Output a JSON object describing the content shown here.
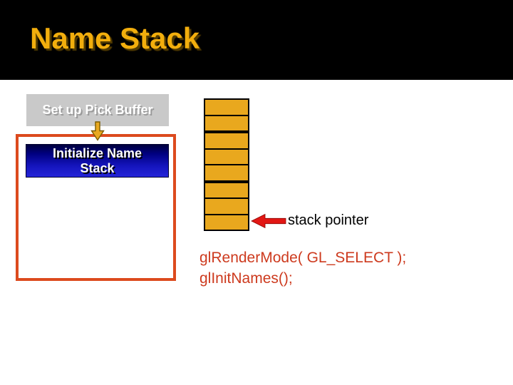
{
  "slide": {
    "title": "Name Stack",
    "flowchart": {
      "step1_label": "Set up Pick Buffer",
      "step2_line1": "Initialize Name",
      "step2_line2": "Stack"
    },
    "stack_diagram": {
      "cell_count": 8,
      "thick_separators": [
        2,
        5
      ],
      "pointer_label": "stack pointer"
    },
    "code": {
      "lines": [
        "glRenderMode( GL_SELECT );",
        "glInitNames();"
      ]
    },
    "colors": {
      "band_bg": "#000000",
      "title_text": "#F2AE0D",
      "step1_bg": "#C9C9C9",
      "step1_text": "#FFFFFF",
      "blue_top": "#00003C",
      "blue_bottom": "#2525D8",
      "stack_cell": "#E9A81E",
      "frame_border": "#DC4A1E",
      "arrow_red": "#E21714",
      "down_arrow_fill": "#E8A820",
      "code_text": "#CD3A1E",
      "pointer_text": "#000000"
    }
  }
}
